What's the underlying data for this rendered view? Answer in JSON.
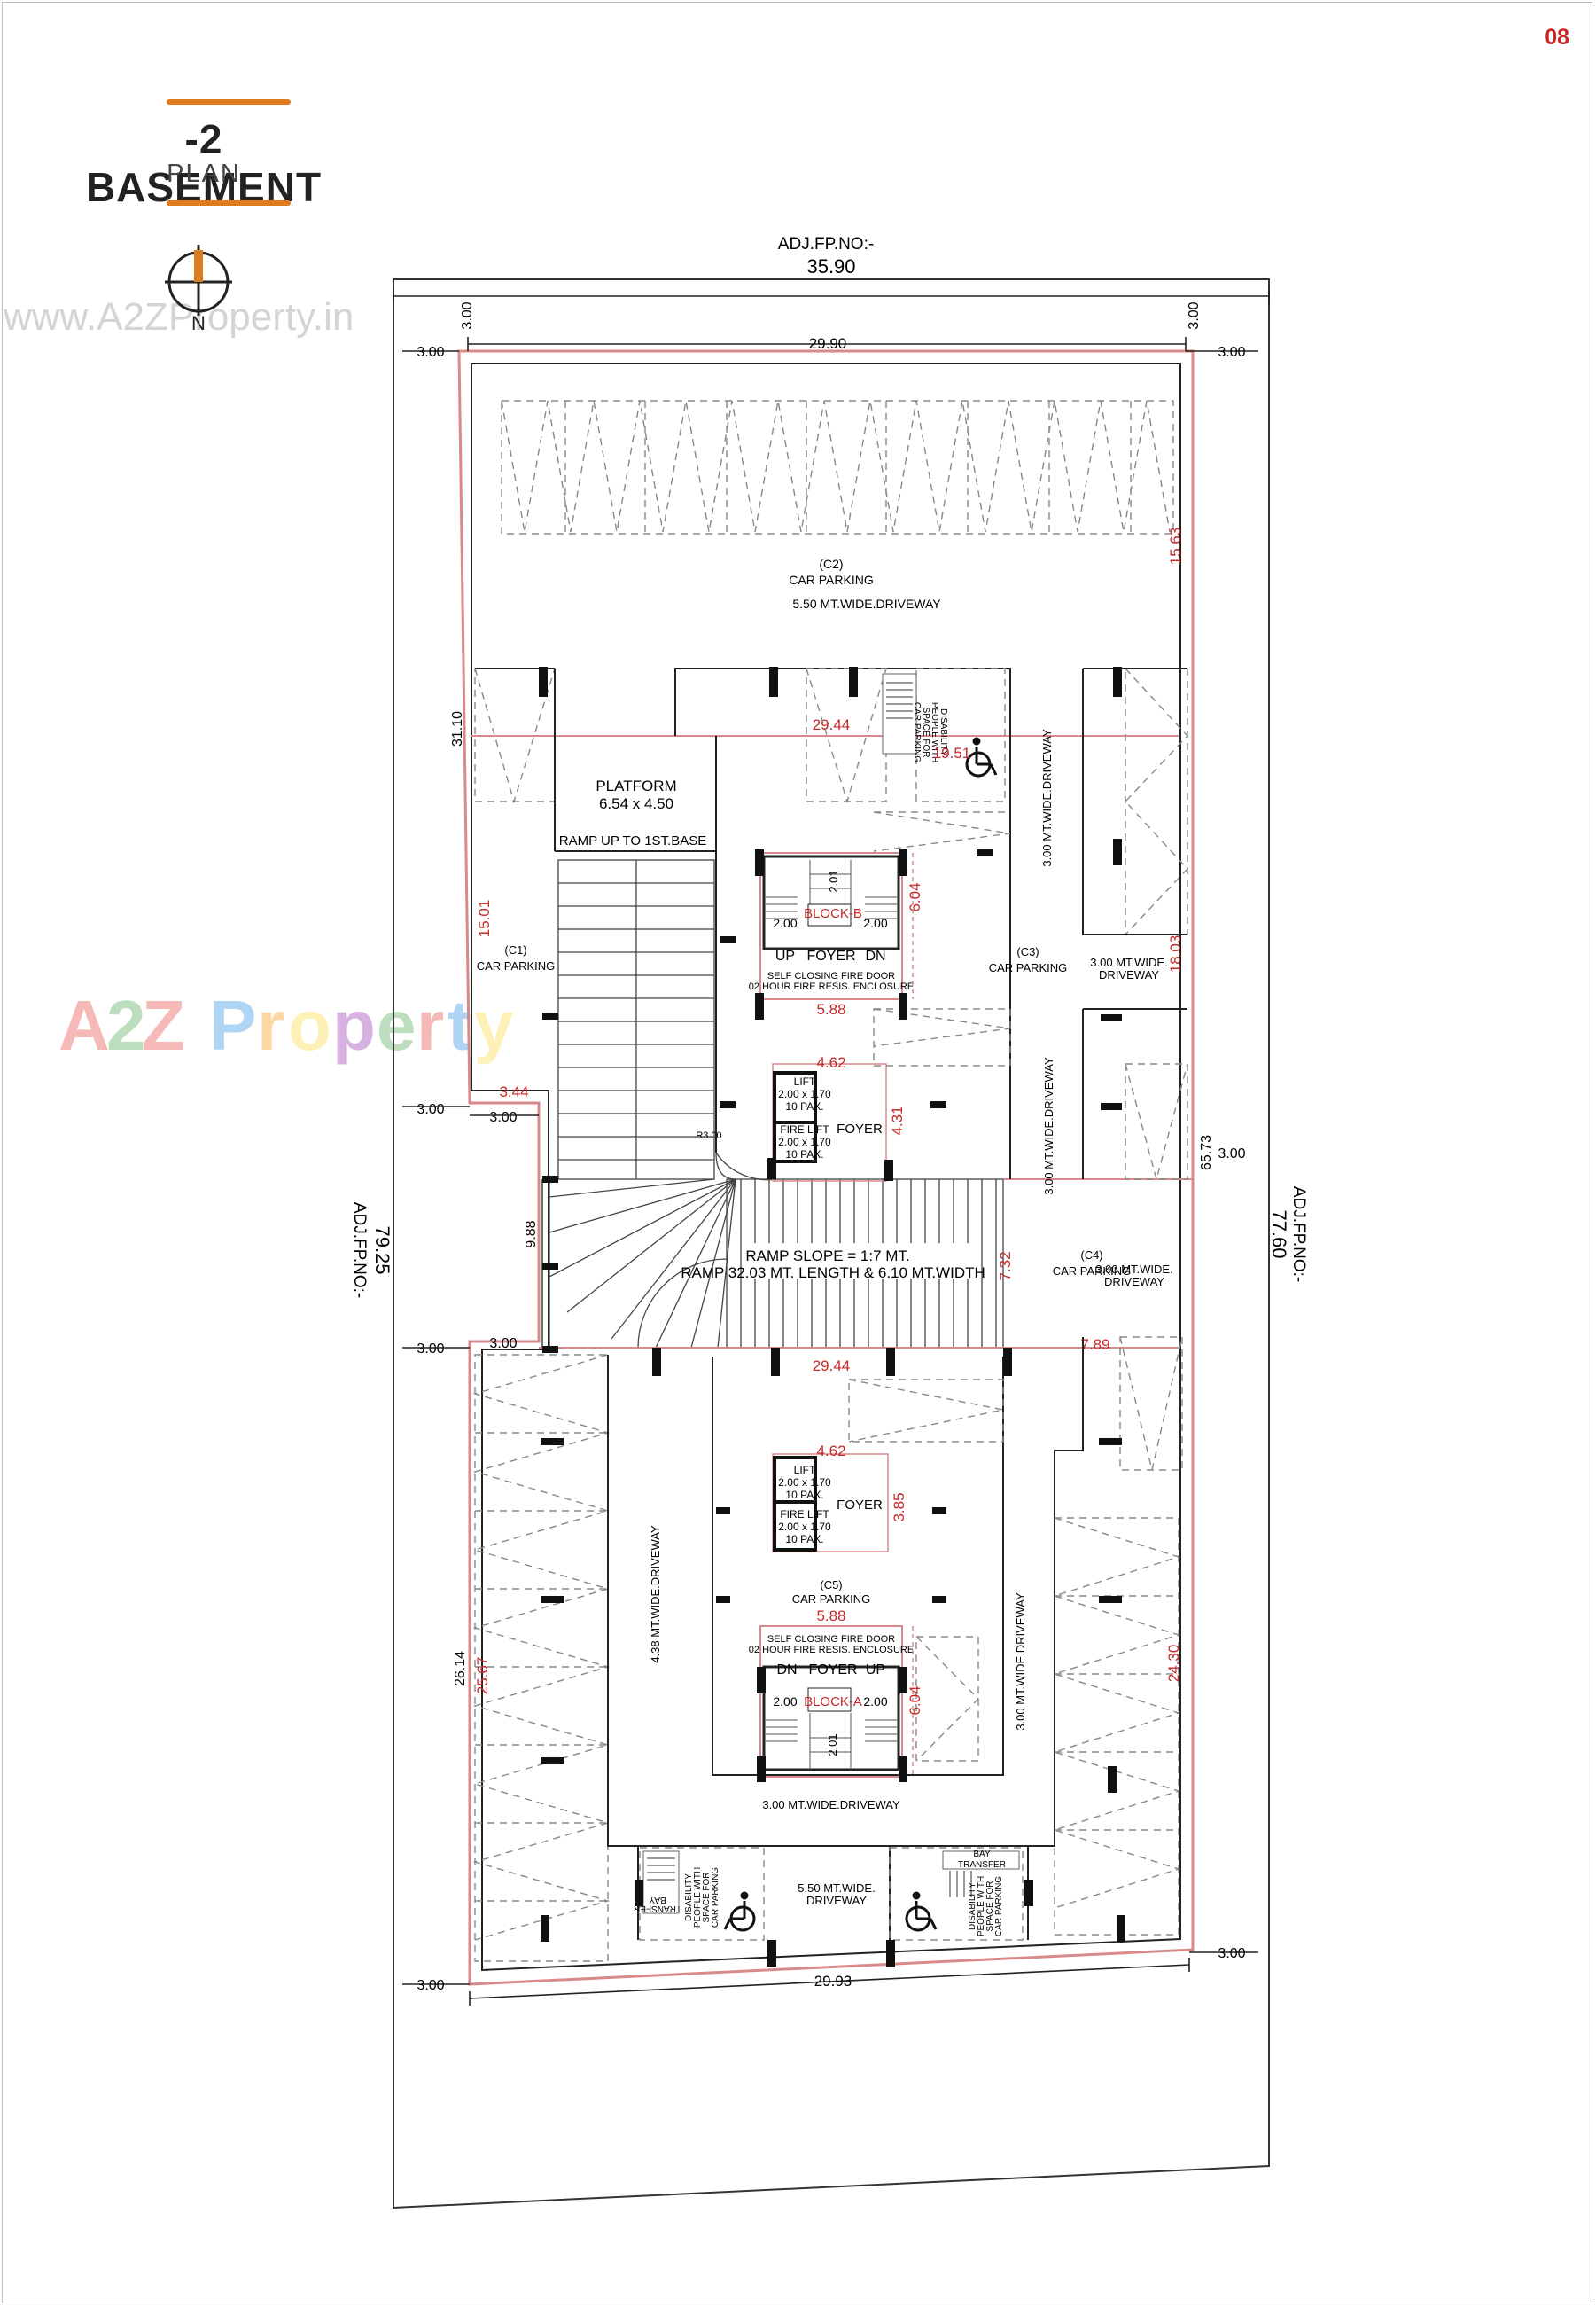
{
  "page_number": "08",
  "title": {
    "main": "-2 BASEMENT",
    "sub": "PLAN"
  },
  "north_label": "N",
  "watermarks": {
    "url": "www.A2ZProperty.in",
    "brand": "A2Z Property"
  },
  "colors": {
    "accent_orange": "#e07b22",
    "dimension_red": "#c62828",
    "boundary_red": "#d88a8a",
    "line_black": "#111111"
  },
  "adjacent_labels": {
    "top": "ADJ.FP.NO:-",
    "left": "ADJ.FP.NO:-",
    "right": "ADJ.FP.NO:-"
  },
  "dimensions": {
    "top_total": "35.90",
    "left_total": "79.25",
    "right_total": "77.60",
    "setback_top_left": "3.00",
    "setback_top_right": "3.00",
    "left_margin_1": "3.00",
    "left_margin_2": "3.00",
    "left_margin_3": "3.00",
    "left_margin_4": "3.00",
    "left_margin_5": "3.00",
    "left_margin_6": "3.00",
    "right_margin_1": "3.00",
    "right_margin_2": "3.00",
    "right_margin_3": "3.00",
    "top_inner": "29.90",
    "bottom_inner": "29.93",
    "left_upper": "31.10",
    "left_mid": "9.88",
    "left_lower": "26.14",
    "right_mid": "65.73"
  },
  "red_dimensions": {
    "right_top": "15.63",
    "mid_width_top": "29.44",
    "ramp_bay": "19.51",
    "c1_height": "15.01",
    "notch": "3.44",
    "block_b_height": "6.04",
    "block_b_width": "5.88",
    "right_c3": "18.03",
    "lift_b_width": "4.62",
    "lift_b_height": "4.31",
    "ramp_height": "7.32",
    "mid_width_lower": "29.44",
    "c4_offset": "7.89",
    "lift_a_width": "4.62",
    "lift_a_height": "3.85",
    "block_a_width": "5.88",
    "block_a_height": "6.04",
    "left_lower": "25.67",
    "right_lower": "24.30"
  },
  "zones": {
    "c2": {
      "id": "(C2)",
      "label": "CAR PARKING",
      "driveway": "5.50 MT.WIDE.DRIVEWAY"
    },
    "c1": {
      "id": "(C1)",
      "label": "CAR PARKING"
    },
    "c3": {
      "id": "(C3)",
      "label": "CAR PARKING",
      "driveway_vertical": "3.00 MT.WIDE.DRIVEWAY",
      "driveway_side": [
        "3.00 MT.WIDE.",
        "DRIVEWAY"
      ]
    },
    "c4": {
      "id": "(C4)",
      "label": "CAR PARKING",
      "driveway_side": [
        "3.00 MT.WIDE.",
        "DRIVEWAY"
      ],
      "driveway_vertical": "3.00 MT.WIDE.DRIVEWAY"
    },
    "c5": {
      "id": "(C5)",
      "label": "CAR PARKING",
      "driveway_left": "4.38 MT.WIDE.DRIVEWAY",
      "driveway_right": "3.00 MT.WIDE.DRIVEWAY",
      "driveway_bottom": "3.00 MT.WIDE.DRIVEWAY",
      "driveway_lower": [
        "5.50 MT.WIDE.",
        "DRIVEWAY"
      ]
    }
  },
  "platform": {
    "label": "PLATFORM",
    "size": "6.54 x 4.50",
    "ramp_up": "RAMP UP TO 1ST.BASE"
  },
  "ramp": {
    "slope": "RAMP SLOPE = 1:7 MT.",
    "detail": "RAMP 32.03 MT. LENGTH & 6.10 MT.WIDTH",
    "radius": "R3.00"
  },
  "block_b": {
    "name": "BLOCK-B",
    "foyer": "FOYER",
    "up": "UP",
    "dn": "DN",
    "stair_left": "2.00",
    "stair_right": "2.00",
    "stair_top": "2.01",
    "door_1": "SELF CLOSING FIRE DOOR",
    "door_2": "02 HOUR FIRE RESIS. ENCLOSURE"
  },
  "block_a": {
    "name": "BLOCK-A",
    "foyer": "FOYER",
    "up": "UP",
    "dn": "DN",
    "stair_left": "2.00",
    "stair_right": "2.00",
    "stair_bottom": "2.01",
    "door_1": "SELF CLOSING FIRE DOOR",
    "door_2": "02 HOUR FIRE RESIS. ENCLOSURE"
  },
  "lifts_b": {
    "lift": [
      "LIFT",
      "2.00 x 1.70",
      "10 PAX."
    ],
    "fire_lift": [
      "FIRE LIFT",
      "2.00 x 1.70",
      "10 PAX."
    ],
    "foyer": "FOYER"
  },
  "lifts_a": {
    "lift": [
      "LIFT",
      "2.00 x 1.70",
      "10 PAX."
    ],
    "fire_lift": [
      "FIRE LIFT",
      "2.00 x 1.70",
      "10 PAX."
    ],
    "foyer": "FOYER"
  },
  "disability": {
    "lines": [
      "DISABILITY",
      "PEOPLE WITH",
      "SPACE FOR",
      "CAR PARKING"
    ],
    "bay": [
      "BAY",
      "TRANSFER"
    ]
  }
}
